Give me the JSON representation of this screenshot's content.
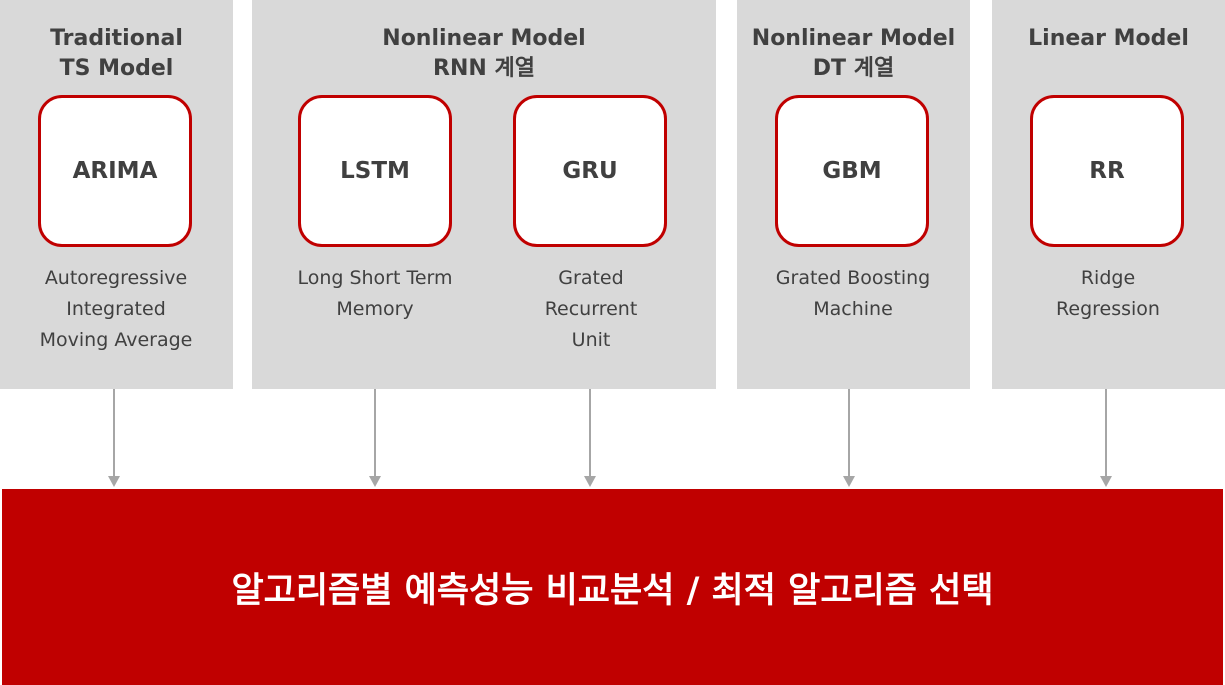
{
  "groups": [
    {
      "title": "Traditional\nTS Model",
      "models": [
        {
          "abbr": "ARIMA",
          "full": "Autoregressive\nIntegrated\nMoving Average"
        }
      ]
    },
    {
      "title": "Nonlinear Model\nRNN 계열",
      "models": [
        {
          "abbr": "LSTM",
          "full": "Long Short Term\nMemory"
        },
        {
          "abbr": "GRU",
          "full": "Grated\nRecurrent\nUnit"
        }
      ]
    },
    {
      "title": "Nonlinear Model\nDT 계열",
      "models": [
        {
          "abbr": "GBM",
          "full": "Grated Boosting\nMachine"
        }
      ]
    },
    {
      "title": "Linear Model",
      "models": [
        {
          "abbr": "RR",
          "full": "Ridge\nRegression"
        }
      ]
    }
  ],
  "result": {
    "label": "알고리즘별 예측성능 비교분석 / 최적 알고리즘 선택"
  },
  "colors": {
    "accent": "#c00000",
    "panel": "#d9d9d9",
    "text": "#404040",
    "arrow": "#a6a6a6"
  }
}
